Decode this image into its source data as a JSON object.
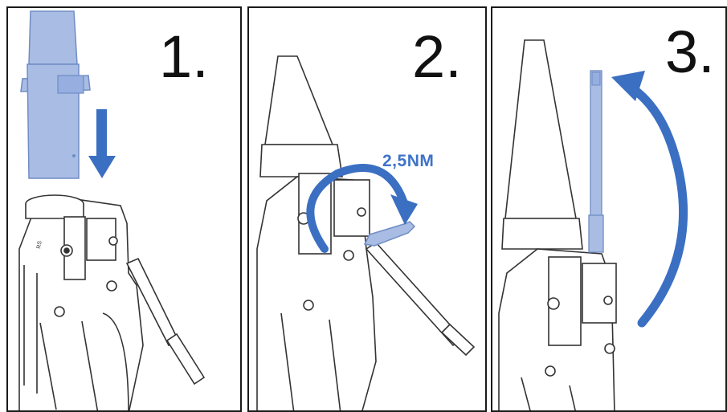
{
  "steps": [
    {
      "number": "1."
    },
    {
      "number": "2.",
      "torque_label": "2,5NM"
    },
    {
      "number": "3."
    }
  ],
  "colors": {
    "part_fill": "#a9bde4",
    "part_stroke": "#6f8cc4",
    "arrow": "#3b6fc2",
    "line_art": "#333333",
    "frame": "#1a1a1a"
  },
  "icons": [
    "down-arrow-icon",
    "curved-arrow-icon"
  ]
}
